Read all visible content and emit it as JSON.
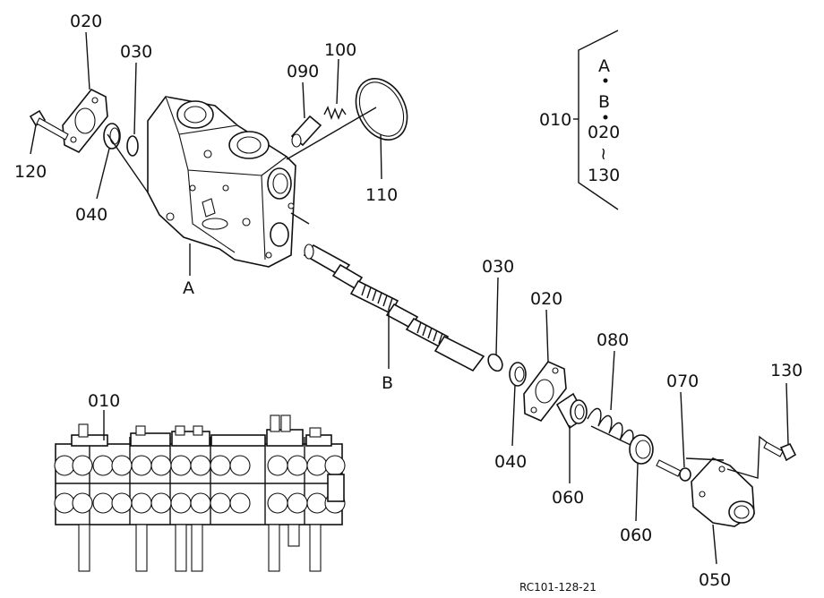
{
  "labels": {
    "p020_top": "020",
    "p030_top": "030",
    "p090": "090",
    "p100": "100",
    "p110": "110",
    "p120": "120",
    "p040_top": "040",
    "pA": "A",
    "pB": "B",
    "p030_mid": "030",
    "p020_mid": "020",
    "p040_mid": "040",
    "p060_a": "060",
    "p080": "080",
    "p060_b": "060",
    "p070": "070",
    "p130": "130",
    "p050": "050",
    "p010_asm": "010",
    "legend_number": "010",
    "legend_a": "A",
    "legend_b": "B",
    "legend_020": "020",
    "legend_tilde": "~",
    "legend_130": "130",
    "ref_code": "RC101-128-21"
  }
}
